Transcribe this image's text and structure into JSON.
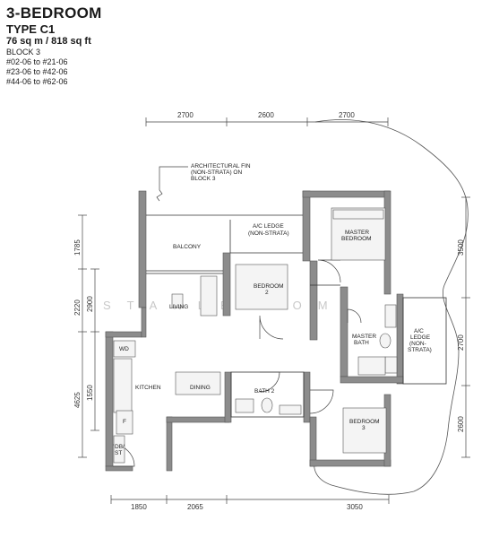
{
  "header": {
    "title": "3-BEDROOM",
    "type": "TYPE C1",
    "area": "76 sq m / 818 sq ft",
    "block": "BLOCK 3",
    "units": [
      "#02-06 to #21-06",
      "#23-06 to #42-06",
      "#44-06 to #62-06"
    ]
  },
  "dimensions": {
    "top": [
      "2700",
      "2600",
      "2700"
    ],
    "bottom": [
      "1850",
      "2065",
      "3050"
    ],
    "left_outer": [
      "1785",
      "2220",
      "4625"
    ],
    "left_inner": [
      "2900",
      "1550"
    ],
    "right": [
      "3500",
      "2700",
      "2600"
    ]
  },
  "annotations": {
    "fin": [
      "ARCHITECTURAL FIN",
      "(NON-STRATA) ON",
      "BLOCK 3"
    ]
  },
  "rooms": {
    "balcony": "BALCONY",
    "ac_ledge_top": [
      "A/C LEDGE",
      "(NON-STRATA)"
    ],
    "master_bedroom": [
      "MASTER",
      "BEDROOM"
    ],
    "bedroom2": [
      "BEDROOM",
      "2"
    ],
    "living": "LIVING",
    "master_bath": [
      "MASTER",
      "BATH"
    ],
    "ac_ledge_right": [
      "A/C",
      "LEDGE",
      "(NON-",
      "STRATA)"
    ],
    "wd": "WD",
    "kitchen": "KITCHEN",
    "dining": "DINING",
    "bath2": "BATH 2",
    "fridge": "F",
    "dbst": [
      "DB/",
      "ST"
    ],
    "bedroom3": [
      "BEDROOM",
      "3"
    ]
  },
  "watermark": "STANLEYCOM"
}
